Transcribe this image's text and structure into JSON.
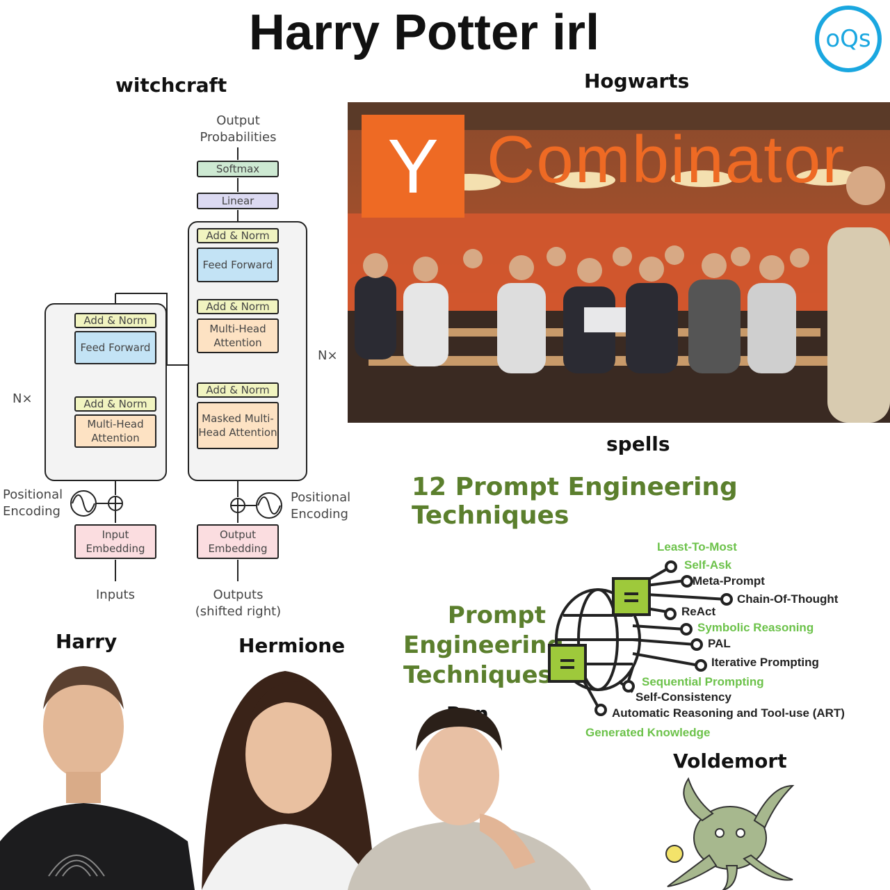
{
  "title": "Harry Potter irl",
  "logo_text": "oQs",
  "labels": {
    "witchcraft": "witchcraft",
    "hogwarts": "Hogwarts",
    "spells": "spells",
    "harry": "Harry",
    "hermione": "Hermione",
    "ron": "Ron",
    "voldemort": "Voldemort"
  },
  "transformer": {
    "output_probabilities": "Output Probabilities",
    "softmax": "Softmax",
    "linear": "Linear",
    "add_norm": "Add & Norm",
    "feed_forward": "Feed Forward",
    "multi_head_attention": "Multi-Head Attention",
    "masked_multi_head_attention": "Masked Multi-Head Attention",
    "nx": "N×",
    "positional_encoding": "Positional Encoding",
    "input_embedding": "Input Embedding",
    "output_embedding": "Output Embedding",
    "inputs": "Inputs",
    "outputs": "Outputs (shifted right)"
  },
  "photo": {
    "y_letter": "Y",
    "brand": "Combinator"
  },
  "prompting": {
    "heading": "12 Prompt Engineering Techniques",
    "center_title_lines": [
      "Prompt",
      "Engineering",
      "Techniques"
    ],
    "techniques": [
      "Least-To-Most",
      "Self-Ask",
      "Meta-Prompt",
      "Chain-Of-Thought",
      "ReAct",
      "Symbolic Reasoning",
      "PAL",
      "Iterative Prompting",
      "Sequential Prompting",
      "Self-Consistency",
      "Automatic Reasoning and Tool-use (ART)",
      "Generated Knowledge"
    ]
  },
  "colors": {
    "yc_orange": "#ee6a24",
    "heading_green": "#5b7f2d",
    "tech_green": "#6cc24a",
    "logo_blue": "#1aa7e0"
  }
}
